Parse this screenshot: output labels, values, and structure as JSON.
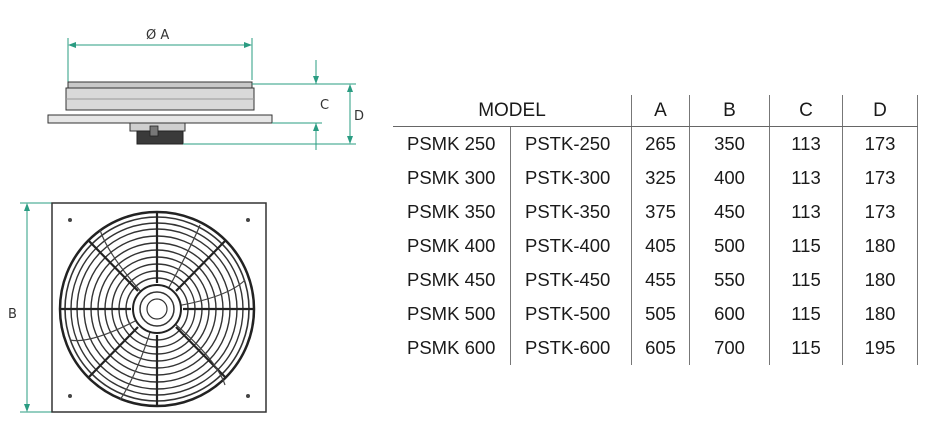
{
  "drawing": {
    "dim_a": "Ø A",
    "dim_b": "B",
    "dim_c": "C",
    "dim_d": "D"
  },
  "table": {
    "headers": [
      "MODEL",
      "A",
      "B",
      "C",
      "D"
    ],
    "rows": [
      [
        "PSMK 250",
        "PSTK-250",
        "265",
        "350",
        "113",
        "173"
      ],
      [
        "PSMK 300",
        "PSTK-300",
        "325",
        "400",
        "113",
        "173"
      ],
      [
        "PSMK 350",
        "PSTK-350",
        "375",
        "450",
        "113",
        "173"
      ],
      [
        "PSMK 400",
        "PSTK-400",
        "405",
        "500",
        "115",
        "180"
      ],
      [
        "PSMK 450",
        "PSTK-450",
        "455",
        "550",
        "115",
        "180"
      ],
      [
        "PSMK 500",
        "PSTK-500",
        "505",
        "600",
        "115",
        "180"
      ],
      [
        "PSMK 600",
        "PSTK-600",
        "605",
        "700",
        "115",
        "195"
      ]
    ]
  }
}
